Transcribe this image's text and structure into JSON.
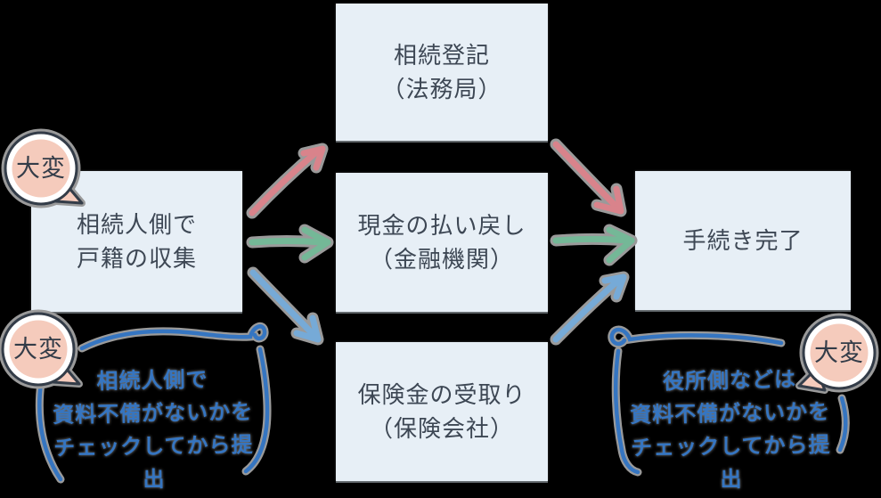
{
  "colors": {
    "background": "#000000",
    "box_fill": "#e7eff6",
    "box_text": "#3d4754",
    "badge_fill": "#f5cbbc",
    "badge_ring": "#ffffff",
    "badge_border": "#333c48",
    "badge_text": "#333c48",
    "arrow_pink": "#d9838b",
    "arrow_green": "#74b897",
    "arrow_blue": "#76aad7",
    "annotation_blue": "#3575c1",
    "halo_gray": "#9a9a9a"
  },
  "boxes": [
    {
      "id": "heir-collect",
      "lines": [
        "相続人側で",
        "戸籍の収集"
      ]
    },
    {
      "id": "registration",
      "lines": [
        "相続登記",
        "（法務局）"
      ]
    },
    {
      "id": "cash-refund",
      "lines": [
        "現金の払い戻し",
        "（金融機関）"
      ]
    },
    {
      "id": "insurance",
      "lines": [
        "保険金の受取り",
        "（保険会社）"
      ]
    },
    {
      "id": "complete",
      "lines": [
        "手続き完了"
      ]
    }
  ],
  "badges": [
    {
      "label": "大変"
    },
    {
      "label": "大変"
    },
    {
      "label": "大変"
    }
  ],
  "annotations": [
    {
      "lines": [
        "相続人側で",
        "資料不備がないかを",
        "チェックしてから提出"
      ]
    },
    {
      "lines": [
        "役所側などは",
        "資料不備がないかを",
        "チェックしてから提出"
      ]
    }
  ],
  "edges": [
    {
      "from": "相続人側で戸籍の収集",
      "to": "相続登記（法務局）",
      "color": "pink"
    },
    {
      "from": "相続人側で戸籍の収集",
      "to": "現金の払い戻し（金融機関）",
      "color": "green"
    },
    {
      "from": "相続人側で戸籍の収集",
      "to": "保険金の受取り（保険会社）",
      "color": "blue"
    },
    {
      "from": "相続登記（法務局）",
      "to": "手続き完了",
      "color": "pink"
    },
    {
      "from": "現金の払い戻し（金融機関）",
      "to": "手続き完了",
      "color": "green"
    },
    {
      "from": "保険金の受取り（保険会社）",
      "to": "手続き完了",
      "color": "blue"
    }
  ]
}
